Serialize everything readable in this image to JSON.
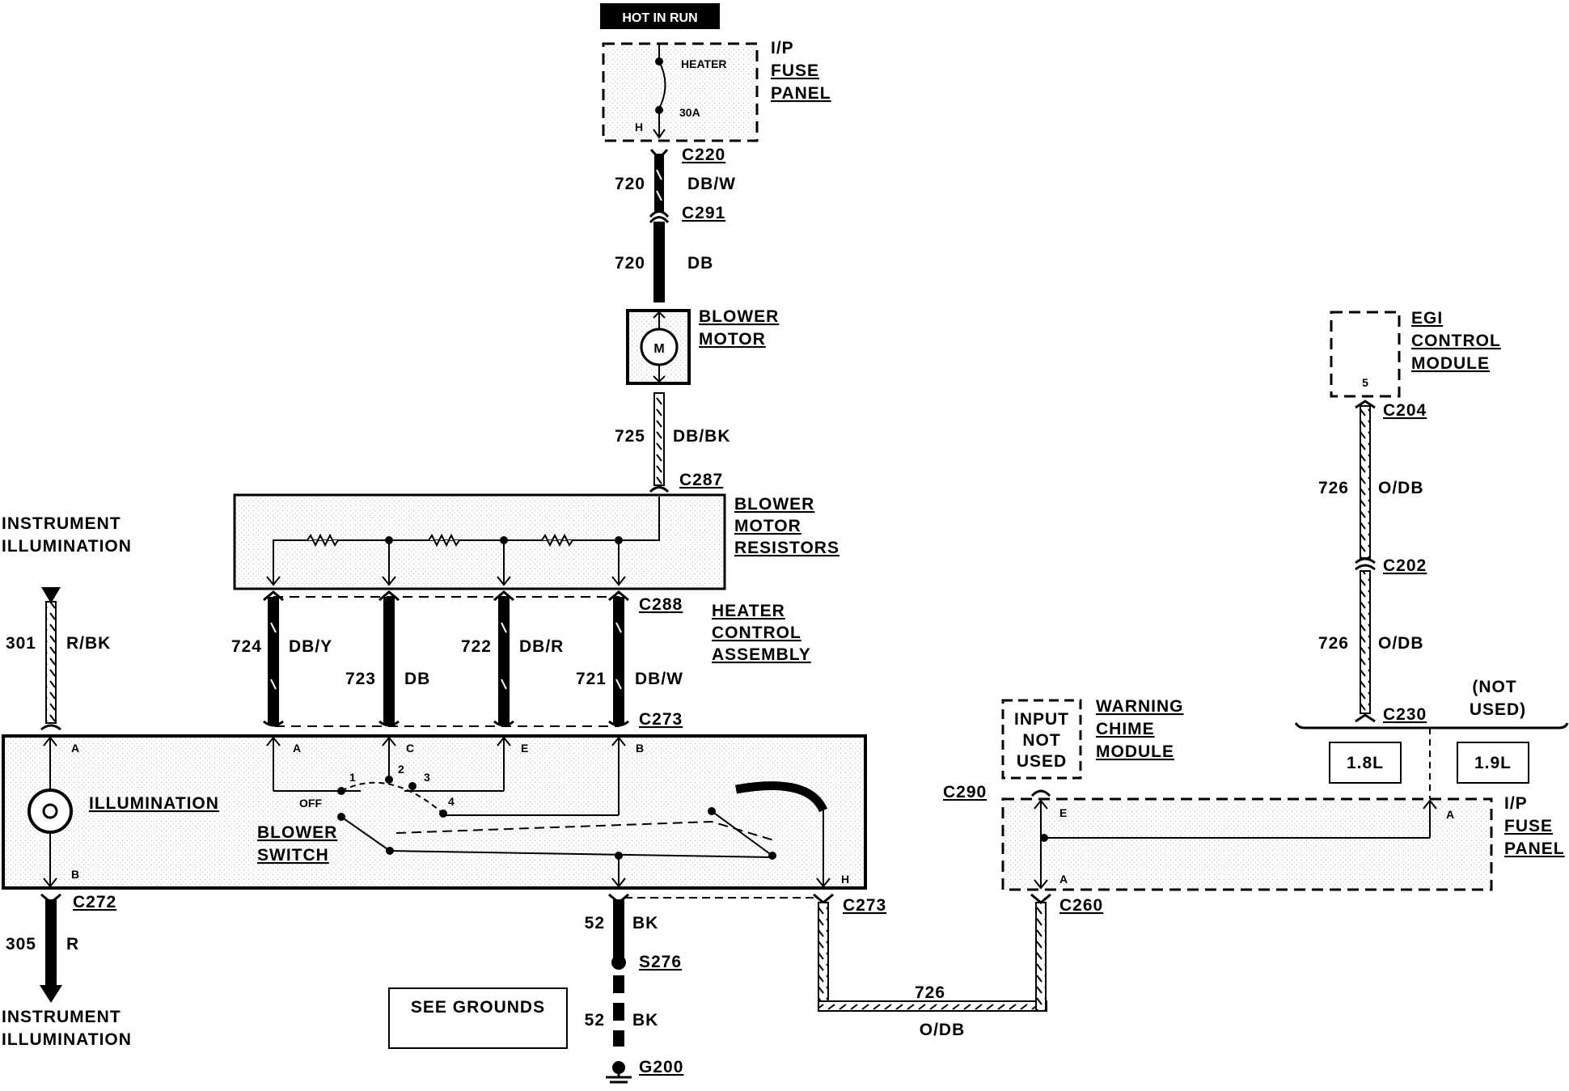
{
  "hot_in_run": "HOT IN RUN",
  "fuse_panel_top": {
    "l1": "I/P",
    "l2": "FUSE",
    "l3": "PANEL",
    "fuse_name": "HEATER",
    "fuse_rating": "30A",
    "pin": "H"
  },
  "c220": "C220",
  "w720a": {
    "num": "720",
    "color": "DB/W"
  },
  "c291": "C291",
  "w720b": {
    "num": "720",
    "color": "DB"
  },
  "blower_motor": {
    "l1": "BLOWER",
    "l2": "MOTOR",
    "symbol": "M"
  },
  "w725": {
    "num": "725",
    "color": "DB/BK"
  },
  "c287": "C287",
  "resistors": {
    "l1": "BLOWER",
    "l2": "MOTOR",
    "l3": "RESISTORS"
  },
  "c288": "C288",
  "heater_control": {
    "l1": "HEATER",
    "l2": "CONTROL",
    "l3": "ASSEMBLY"
  },
  "w724": {
    "num": "724",
    "color": "DB/Y"
  },
  "w723": {
    "num": "723",
    "color": "DB"
  },
  "w722": {
    "num": "722",
    "color": "DB/R"
  },
  "w721": {
    "num": "721",
    "color": "DB/W"
  },
  "c273a": "C273",
  "pins_top": {
    "a": "A",
    "c": "C",
    "e": "E",
    "b": "B"
  },
  "switch_pos": {
    "off": "OFF",
    "p1": "1",
    "p2": "2",
    "p3": "3",
    "p4": "4"
  },
  "blower_switch": {
    "l1": "BLOWER",
    "l2": "SWITCH"
  },
  "illum_top": {
    "l1": "INSTRUMENT",
    "l2": "ILLUMINATION"
  },
  "w301": {
    "num": "301",
    "color": "R/BK"
  },
  "illum_lamp": {
    "label": "ILLUMINATION",
    "pin_a": "A",
    "pin_b": "B"
  },
  "c272": "C272",
  "w305": {
    "num": "305",
    "color": "R"
  },
  "illum_bottom": {
    "l1": "INSTRUMENT",
    "l2": "ILLUMINATION"
  },
  "pin_h": "H",
  "w52a": {
    "num": "52",
    "color": "BK"
  },
  "s276": "S276",
  "w52b": {
    "num": "52",
    "color": "BK"
  },
  "g200": "G200",
  "see_grounds": "SEE GROUNDS",
  "c273b": "C273",
  "w726_bottom": {
    "num": "726",
    "color": "O/DB"
  },
  "c260": "C260",
  "c290": "C290",
  "chime_box": {
    "l1": "INPUT",
    "l2": "NOT",
    "l3": "USED"
  },
  "chime_module": {
    "l1": "WARNING",
    "l2": "CHIME",
    "l3": "MODULE"
  },
  "fuse_panel_right": {
    "l1": "I/P",
    "l2": "FUSE",
    "l3": "PANEL",
    "pin_e": "E",
    "pin_a_left": "A",
    "pin_a_right": "A"
  },
  "egi": {
    "l1": "EGI",
    "l2": "CONTROL",
    "l3": "MODULE",
    "pin": "5"
  },
  "c204": "C204",
  "w726a": {
    "num": "726",
    "color": "O/DB"
  },
  "c202": "C202",
  "w726b": {
    "num": "726",
    "color": "O/DB"
  },
  "c230": "C230",
  "not_used": {
    "l1": "(NOT",
    "l2": "USED)"
  },
  "engine_18": "1.8L",
  "engine_19": "1.9L"
}
